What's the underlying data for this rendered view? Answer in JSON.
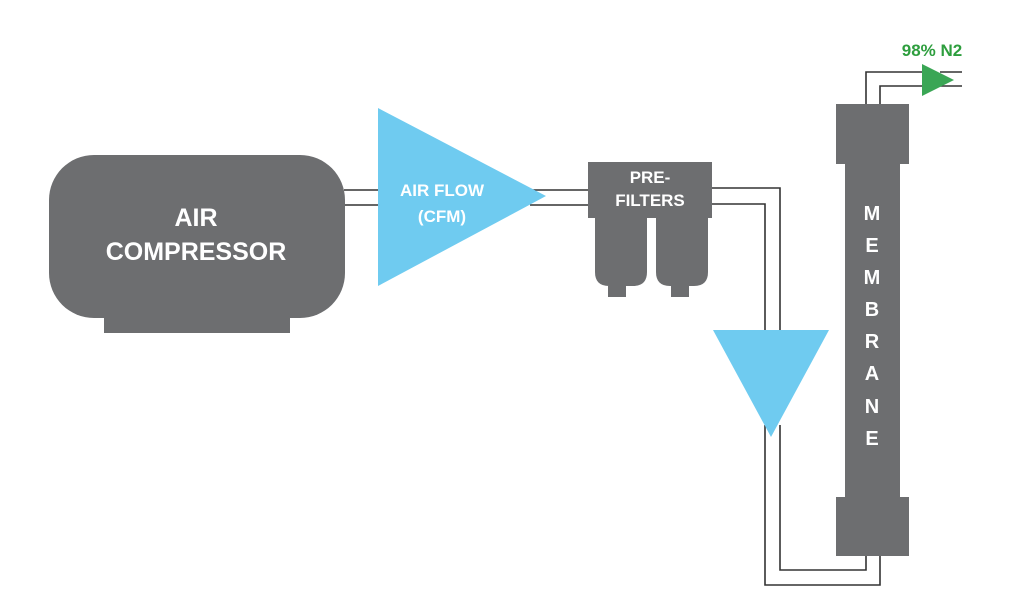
{
  "compressor": {
    "line1": "AIR",
    "line2": "COMPRESSOR"
  },
  "air_flow": {
    "line1": "AIR FLOW",
    "line2": "(CFM)"
  },
  "prefilters": {
    "line1": "PRE-",
    "line2": "FILTERS"
  },
  "membrane": {
    "letters": [
      "M",
      "E",
      "M",
      "B",
      "R",
      "A",
      "N",
      "E"
    ]
  },
  "output": {
    "label": "98% N2"
  },
  "colors": {
    "unit_gray": "#6d6e70",
    "flow_blue": "#6fcbf0",
    "output_green": "#3aa655",
    "output_text": "#2e9e3e",
    "pipe": "#333333",
    "text_on_dark": "#ffffff"
  }
}
